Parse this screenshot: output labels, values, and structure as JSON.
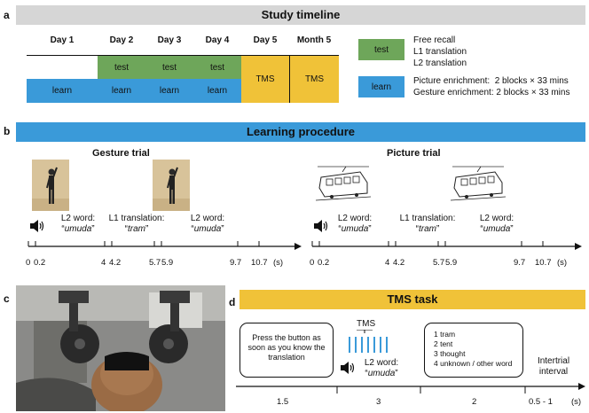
{
  "panel_a": {
    "letter": "a",
    "title": "Study timeline",
    "days": [
      "Day 1",
      "Day 2",
      "Day 3",
      "Day 4",
      "Day 5",
      "Month 5"
    ],
    "test_label": "test",
    "learn_label": "learn",
    "tms_label": "TMS",
    "legend": {
      "test_key": "test",
      "test_lines": [
        "Free recall",
        "L1 translation",
        "L2 translation"
      ],
      "learn_key": "learn",
      "learn_lines": [
        "Picture enrichment:  2 blocks × 33 mins",
        "Gesture enrichment: 2 blocks × 33 mins"
      ]
    },
    "colors": {
      "test": "#6ea65a",
      "learn": "#3a9ad9",
      "tms": "#f0c238",
      "header": "#d6d6d6"
    }
  },
  "panel_b": {
    "letter": "b",
    "title": "Learning procedure",
    "gesture_title": "Gesture trial",
    "picture_title": "Picture trial",
    "words": {
      "l2_label": "L2 word:",
      "l2_value": "umuda",
      "l1_label": "L1 translation:",
      "l1_value": "tram"
    },
    "ticks": [
      "0",
      "0.2",
      "4",
      "4.2",
      "5.7",
      "5.9",
      "9.7",
      "10.7",
      "(s)"
    ]
  },
  "panel_c": {
    "letter": "c"
  },
  "panel_d": {
    "letter": "d",
    "title": "TMS task",
    "tms_label": "TMS",
    "box1_text": "Press the button as soon as you know the translation",
    "l2_label": "L2 word:",
    "l2_value": "umuda",
    "options": [
      "1 tram",
      "2 tent",
      "3 thought",
      "4 unknown / other word"
    ],
    "intertrial": "Intertrial interval",
    "durations": [
      "1.5",
      "3",
      "2",
      "0.5 - 1",
      "(s)"
    ]
  }
}
